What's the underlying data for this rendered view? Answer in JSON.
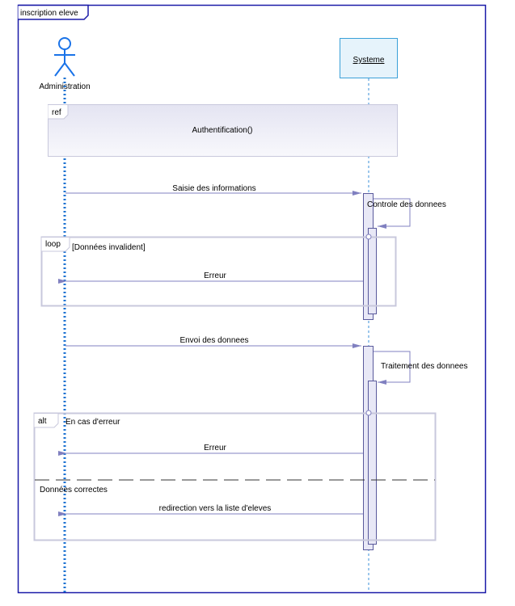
{
  "frame": {
    "title": "inscription eleve"
  },
  "actor": {
    "name": "Administration"
  },
  "system": {
    "name": "Systeme"
  },
  "ref_fragment": {
    "tag": "ref",
    "label": "Authentification()"
  },
  "messages": {
    "saisie": "Saisie des informations",
    "controle": "Controle des donnees",
    "erreur1": "Erreur",
    "envoi": "Envoi des donnees",
    "traitement": "Traitement des donnees",
    "erreur2": "Erreur",
    "redirection": "redirection vers la liste d'eleves"
  },
  "loop_fragment": {
    "tag": "loop",
    "guard": "[Données invalident]"
  },
  "alt_fragment": {
    "tag": "alt",
    "guard1": "En cas d'erreur",
    "guard2": "Données correctes"
  },
  "colors": {
    "frame_border": "#1a1aa8",
    "lifeline_actor": "#1e73d2",
    "lifeline_system": "#3a8fd8",
    "actor_stroke": "#1a73e8",
    "system_box_fill": "#e6f3fb",
    "system_box_stroke": "#3aa0d8",
    "fragment_border": "#c8c8dc",
    "activation_fill": "#e8e8f6",
    "activation_stroke": "#5a5a9c",
    "message_line": "#8080c0",
    "ref_fill": "#ececf6"
  }
}
